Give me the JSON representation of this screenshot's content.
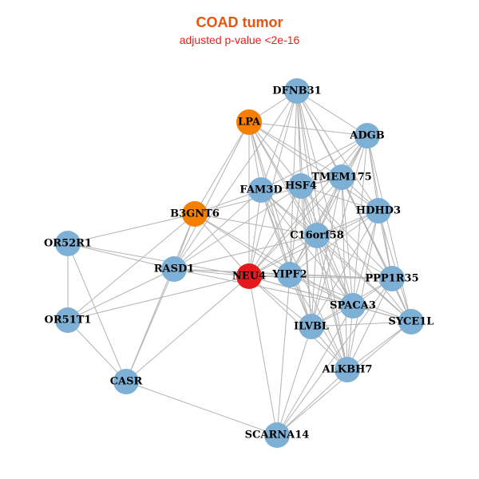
{
  "header": {
    "title": "COAD tumor",
    "subtitle": "adjusted p-value <2e-16"
  },
  "colors": {
    "default": "#7eb0d5",
    "orange": "#f77f00",
    "red": "#e31a1c",
    "edge": "#b3b3b3",
    "title": "#e8540f",
    "subtitle": "#e8201a"
  },
  "nodes": [
    {
      "id": "DFNB31",
      "color": "default"
    },
    {
      "id": "LPA",
      "color": "orange"
    },
    {
      "id": "ADGB",
      "color": "default"
    },
    {
      "id": "FAM3D",
      "color": "default"
    },
    {
      "id": "HSF4",
      "color": "default"
    },
    {
      "id": "TMEM175",
      "color": "default"
    },
    {
      "id": "B3GNT6",
      "color": "orange"
    },
    {
      "id": "HDHD3",
      "color": "default"
    },
    {
      "id": "C16orf58",
      "color": "default"
    },
    {
      "id": "OR52R1",
      "color": "default"
    },
    {
      "id": "RASD1",
      "color": "default"
    },
    {
      "id": "NEU4",
      "color": "red"
    },
    {
      "id": "YIPF2",
      "color": "default"
    },
    {
      "id": "PPP1R35",
      "color": "default"
    },
    {
      "id": "OR51T1",
      "color": "default"
    },
    {
      "id": "SPACA3",
      "color": "default"
    },
    {
      "id": "SYCE1L",
      "color": "default"
    },
    {
      "id": "ILVBL",
      "color": "default"
    },
    {
      "id": "ALKBH7",
      "color": "default"
    },
    {
      "id": "CASR",
      "color": "default"
    },
    {
      "id": "SCARNA14",
      "color": "default"
    }
  ],
  "edges": [
    [
      "DFNB31",
      "LPA"
    ],
    [
      "DFNB31",
      "ADGB"
    ],
    [
      "DFNB31",
      "FAM3D"
    ],
    [
      "DFNB31",
      "HSF4"
    ],
    [
      "DFNB31",
      "TMEM175"
    ],
    [
      "DFNB31",
      "HDHD3"
    ],
    [
      "DFNB31",
      "C16orf58"
    ],
    [
      "DFNB31",
      "NEU4"
    ],
    [
      "DFNB31",
      "YIPF2"
    ],
    [
      "DFNB31",
      "SPACA3"
    ],
    [
      "DFNB31",
      "ILVBL"
    ],
    [
      "DFNB31",
      "PPP1R35"
    ],
    [
      "DFNB31",
      "ALKBH7"
    ],
    [
      "DFNB31",
      "RASD1"
    ],
    [
      "LPA",
      "ADGB"
    ],
    [
      "LPA",
      "FAM3D"
    ],
    [
      "LPA",
      "HSF4"
    ],
    [
      "LPA",
      "B3GNT6"
    ],
    [
      "LPA",
      "RASD1"
    ],
    [
      "LPA",
      "NEU4"
    ],
    [
      "LPA",
      "C16orf58"
    ],
    [
      "LPA",
      "YIPF2"
    ],
    [
      "LPA",
      "SPACA3"
    ],
    [
      "LPA",
      "ILVBL"
    ],
    [
      "LPA",
      "HDHD3"
    ],
    [
      "LPA",
      "TMEM175"
    ],
    [
      "ADGB",
      "FAM3D"
    ],
    [
      "ADGB",
      "HSF4"
    ],
    [
      "ADGB",
      "TMEM175"
    ],
    [
      "ADGB",
      "HDHD3"
    ],
    [
      "ADGB",
      "C16orf58"
    ],
    [
      "ADGB",
      "NEU4"
    ],
    [
      "ADGB",
      "YIPF2"
    ],
    [
      "ADGB",
      "PPP1R35"
    ],
    [
      "ADGB",
      "SPACA3"
    ],
    [
      "ADGB",
      "SYCE1L"
    ],
    [
      "ADGB",
      "ILVBL"
    ],
    [
      "FAM3D",
      "HSF4"
    ],
    [
      "FAM3D",
      "B3GNT6"
    ],
    [
      "FAM3D",
      "C16orf58"
    ],
    [
      "FAM3D",
      "NEU4"
    ],
    [
      "FAM3D",
      "YIPF2"
    ],
    [
      "FAM3D",
      "SPACA3"
    ],
    [
      "FAM3D",
      "ILVBL"
    ],
    [
      "FAM3D",
      "ALKBH7"
    ],
    [
      "FAM3D",
      "RASD1"
    ],
    [
      "FAM3D",
      "SYCE1L"
    ],
    [
      "HSF4",
      "TMEM175"
    ],
    [
      "HSF4",
      "HDHD3"
    ],
    [
      "HSF4",
      "C16orf58"
    ],
    [
      "HSF4",
      "NEU4"
    ],
    [
      "HSF4",
      "YIPF2"
    ],
    [
      "HSF4",
      "PPP1R35"
    ],
    [
      "HSF4",
      "SPACA3"
    ],
    [
      "HSF4",
      "ILVBL"
    ],
    [
      "HSF4",
      "ALKBH7"
    ],
    [
      "HSF4",
      "SYCE1L"
    ],
    [
      "HSF4",
      "RASD1"
    ],
    [
      "TMEM175",
      "HDHD3"
    ],
    [
      "TMEM175",
      "C16orf58"
    ],
    [
      "TMEM175",
      "NEU4"
    ],
    [
      "TMEM175",
      "YIPF2"
    ],
    [
      "TMEM175",
      "PPP1R35"
    ],
    [
      "TMEM175",
      "SPACA3"
    ],
    [
      "TMEM175",
      "ILVBL"
    ],
    [
      "TMEM175",
      "ALKBH7"
    ],
    [
      "TMEM175",
      "SYCE1L"
    ],
    [
      "TMEM175",
      "B3GNT6"
    ],
    [
      "B3GNT6",
      "RASD1"
    ],
    [
      "B3GNT6",
      "NEU4"
    ],
    [
      "B3GNT6",
      "C16orf58"
    ],
    [
      "B3GNT6",
      "YIPF2"
    ],
    [
      "B3GNT6",
      "OR52R1"
    ],
    [
      "B3GNT6",
      "OR51T1"
    ],
    [
      "B3GNT6",
      "CASR"
    ],
    [
      "B3GNT6",
      "SPACA3"
    ],
    [
      "HDHD3",
      "C16orf58"
    ],
    [
      "HDHD3",
      "NEU4"
    ],
    [
      "HDHD3",
      "YIPF2"
    ],
    [
      "HDHD3",
      "PPP1R35"
    ],
    [
      "HDHD3",
      "SPACA3"
    ],
    [
      "HDHD3",
      "SYCE1L"
    ],
    [
      "HDHD3",
      "ILVBL"
    ],
    [
      "HDHD3",
      "ALKBH7"
    ],
    [
      "C16orf58",
      "NEU4"
    ],
    [
      "C16orf58",
      "YIPF2"
    ],
    [
      "C16orf58",
      "PPP1R35"
    ],
    [
      "C16orf58",
      "SPACA3"
    ],
    [
      "C16orf58",
      "SYCE1L"
    ],
    [
      "C16orf58",
      "ILVBL"
    ],
    [
      "C16orf58",
      "ALKBH7"
    ],
    [
      "C16orf58",
      "RASD1"
    ],
    [
      "OR52R1",
      "RASD1"
    ],
    [
      "OR52R1",
      "NEU4"
    ],
    [
      "OR52R1",
      "OR51T1"
    ],
    [
      "OR52R1",
      "CASR"
    ],
    [
      "RASD1",
      "NEU4"
    ],
    [
      "RASD1",
      "YIPF2"
    ],
    [
      "RASD1",
      "OR51T1"
    ],
    [
      "RASD1",
      "CASR"
    ],
    [
      "RASD1",
      "SPACA3"
    ],
    [
      "RASD1",
      "PPP1R35"
    ],
    [
      "NEU4",
      "YIPF2"
    ],
    [
      "NEU4",
      "PPP1R35"
    ],
    [
      "NEU4",
      "SPACA3"
    ],
    [
      "NEU4",
      "SYCE1L"
    ],
    [
      "NEU4",
      "ILVBL"
    ],
    [
      "NEU4",
      "ALKBH7"
    ],
    [
      "NEU4",
      "OR51T1"
    ],
    [
      "NEU4",
      "CASR"
    ],
    [
      "NEU4",
      "SCARNA14"
    ],
    [
      "YIPF2",
      "PPP1R35"
    ],
    [
      "YIPF2",
      "SPACA3"
    ],
    [
      "YIPF2",
      "SYCE1L"
    ],
    [
      "YIPF2",
      "ILVBL"
    ],
    [
      "YIPF2",
      "ALKBH7"
    ],
    [
      "YIPF2",
      "SCARNA14"
    ],
    [
      "PPP1R35",
      "SPACA3"
    ],
    [
      "PPP1R35",
      "SYCE1L"
    ],
    [
      "PPP1R35",
      "ILVBL"
    ],
    [
      "PPP1R35",
      "ALKBH7"
    ],
    [
      "PPP1R35",
      "SCARNA14"
    ],
    [
      "OR51T1",
      "CASR"
    ],
    [
      "SPACA3",
      "SYCE1L"
    ],
    [
      "SPACA3",
      "ILVBL"
    ],
    [
      "SPACA3",
      "ALKBH7"
    ],
    [
      "SPACA3",
      "SCARNA14"
    ],
    [
      "SYCE1L",
      "ILVBL"
    ],
    [
      "SYCE1L",
      "ALKBH7"
    ],
    [
      "SYCE1L",
      "SCARNA14"
    ],
    [
      "ILVBL",
      "ALKBH7"
    ],
    [
      "ILVBL",
      "SCARNA14"
    ],
    [
      "ALKBH7",
      "SCARNA14"
    ],
    [
      "CASR",
      "SCARNA14"
    ]
  ]
}
